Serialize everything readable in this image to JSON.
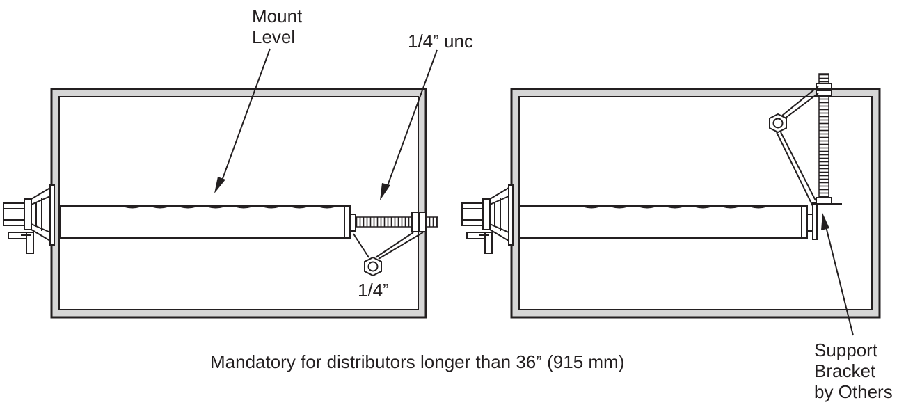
{
  "labels": {
    "mount_level": "Mount\nLevel",
    "thread_spec": "1/4” unc",
    "nut_size": "1/4”",
    "note": "Mandatory for distributors longer than 36” (915 mm)",
    "support_bracket": "Support\nBracket\nby Others"
  },
  "colors": {
    "ink": "#231f20",
    "frame_fill": "#d6d6d6",
    "tube_fill": "#f2f2f2",
    "background": "#ffffff"
  }
}
